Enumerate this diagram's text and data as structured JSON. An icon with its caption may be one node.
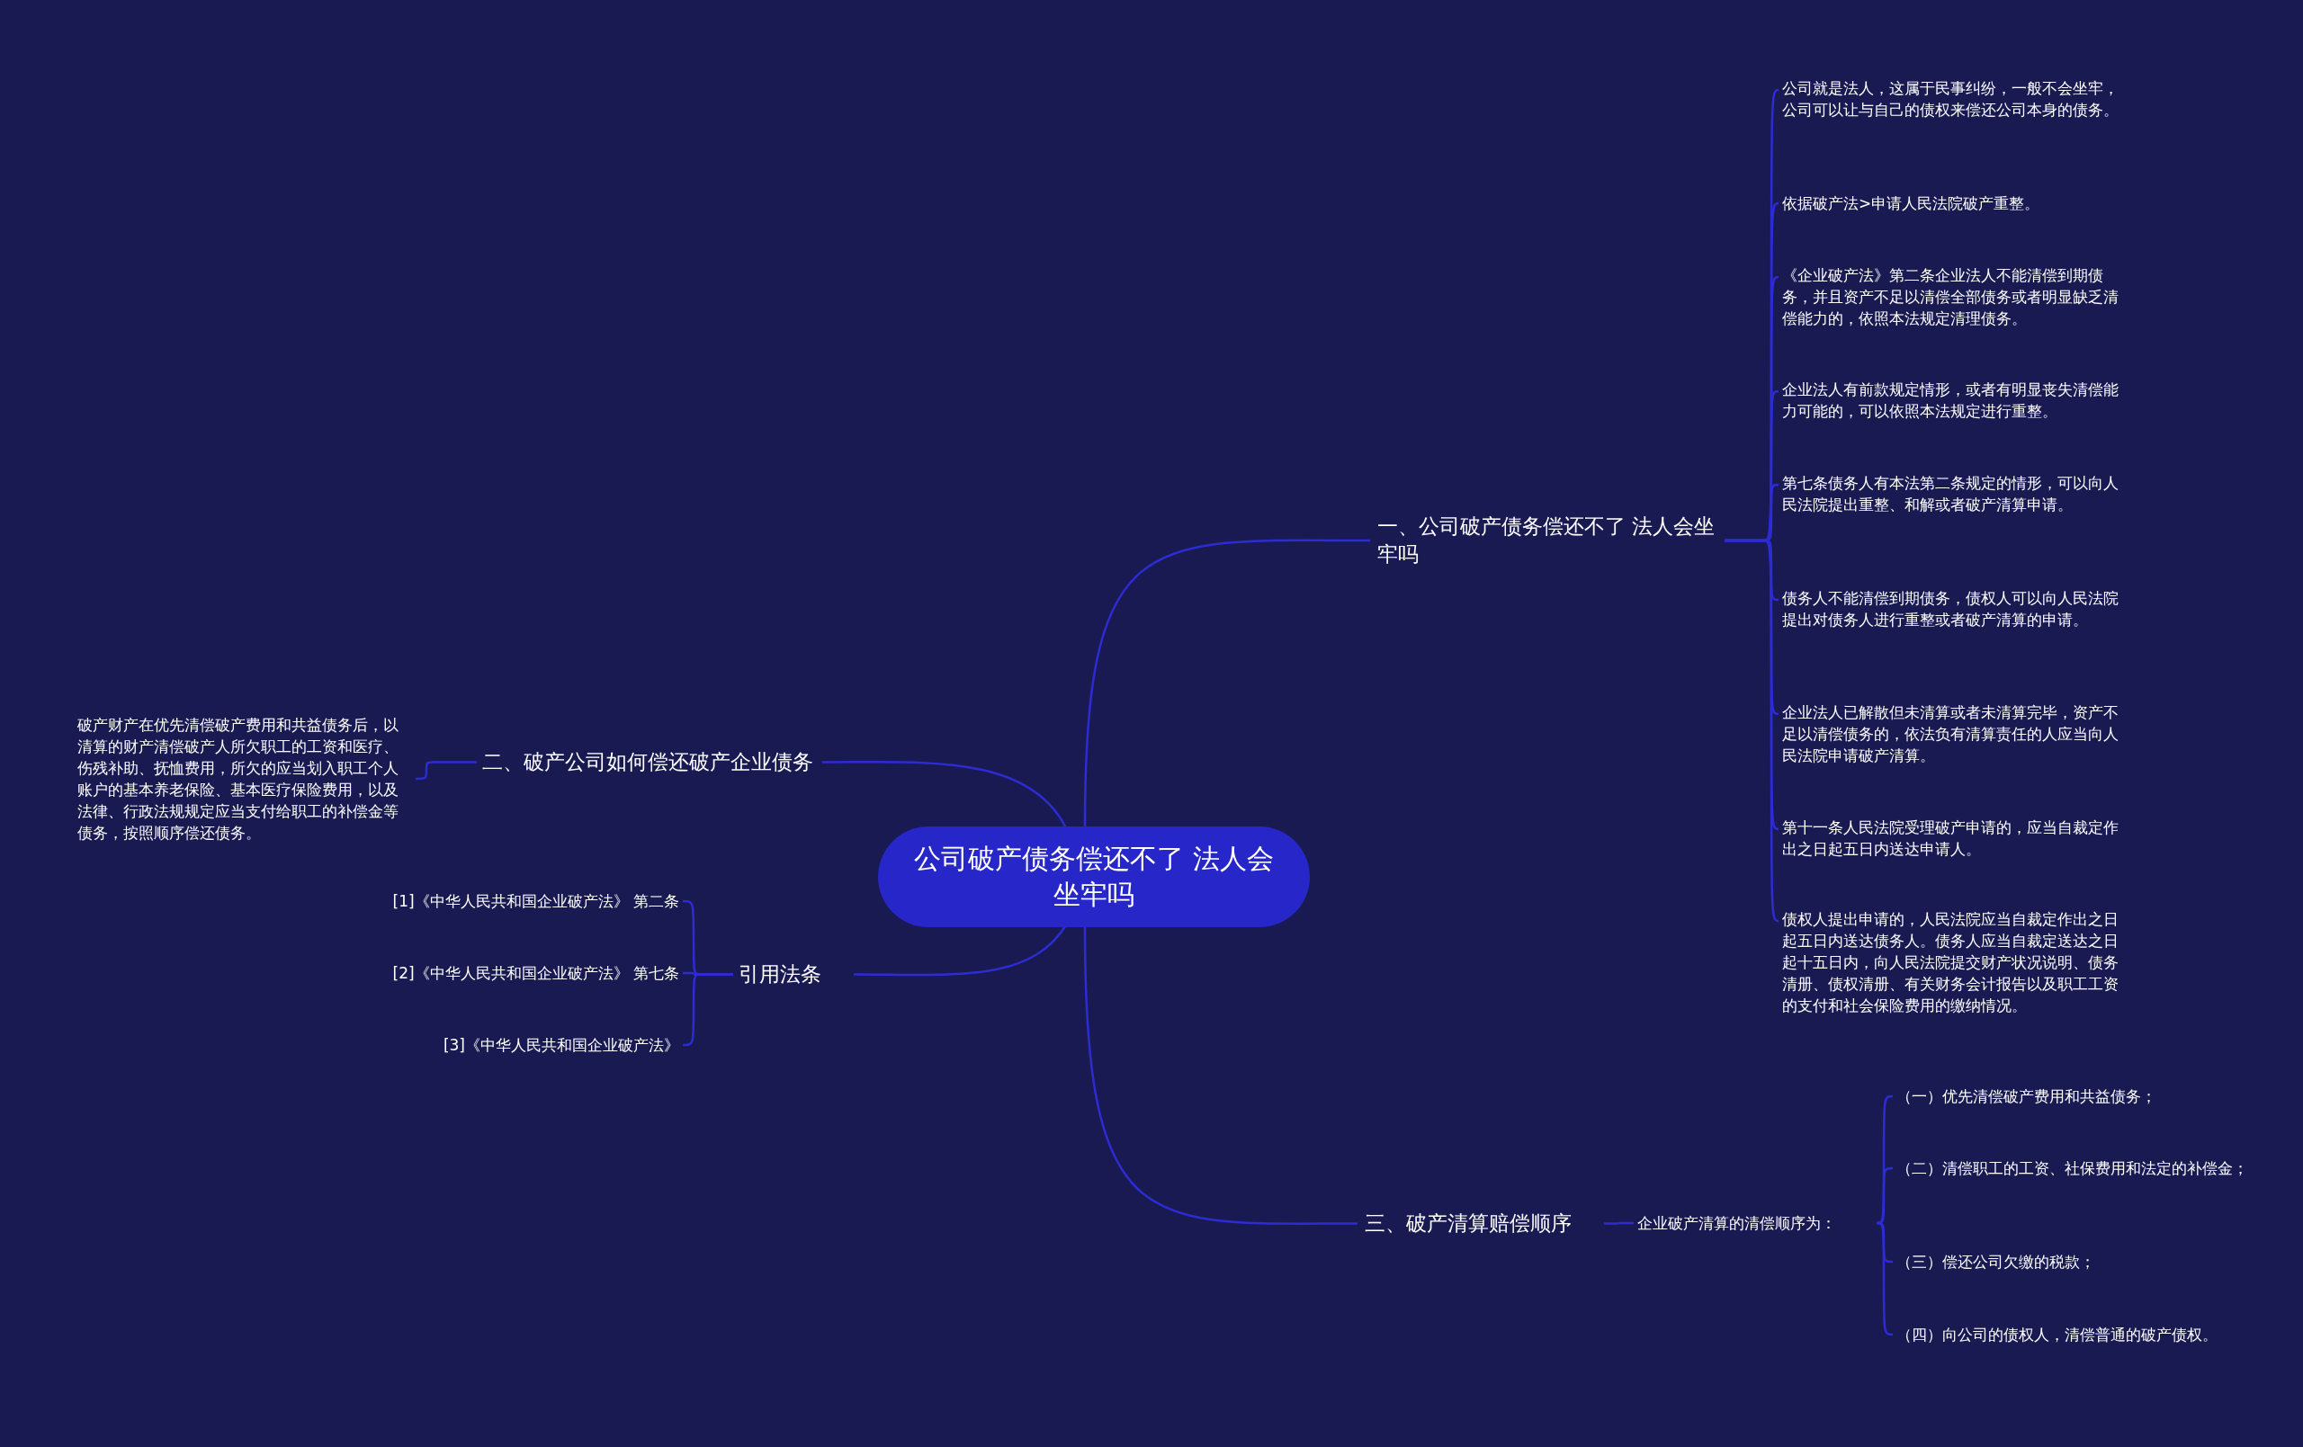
{
  "diagram": {
    "nodes": [
      {
        "text": [
          "公司破产债务偿还不了 法人会坐牢吗"
        ]
      },
      {
        "text": [
          "一、公司破产债务偿还不了 法人会坐牢吗"
        ]
      },
      {
        "text": [
          "公司就是法人，这属于民事纠纷，一般不会坐牢，公司可以让与自己的债权来偿还公司本身的债务。"
        ]
      },
      {
        "text": [
          "依据破产法>申请人民法院破产重整。"
        ]
      },
      {
        "text": [
          "《企业破产法》第二条企业法人不能清偿到期债务，并且资产不足以清偿全部债务或者明显缺乏清偿能力的，依照本法规定清理债务。"
        ]
      },
      {
        "text": [
          "企业法人有前款规定情形，或者有明显丧失清偿能力可能的，可以依照本法规定进行重整。"
        ]
      },
      {
        "text": [
          "第七条债务人有本法第二条规定的情形，可以向人民法院提出重整、和解或者破产清算申请。"
        ]
      },
      {
        "text": [
          "债务人不能清偿到期债务，债权人可以向人民法院提出对债务人进行重整或者破产清算的申请。"
        ]
      },
      {
        "text": [
          "企业法人已解散但未清算或者未清算完毕，资产不足以清偿债务的，依法负有清算责任的人应当向人民法院申请破产清算。"
        ]
      },
      {
        "text": [
          "第十一条人民法院受理破产申请的，应当自裁定作出之日起五日内送达申请人。"
        ]
      },
      {
        "text": [
          "债权人提出申请的，人民法院应当自裁定作出之日起五日内送达债务人。债务人应当自裁定送达之日起十五日内，向人民法院提交财产状况说明、债务清册、债权清册、有关财务会计报告以及职工工资的支付和社会保险费用的缴纳情况。"
        ]
      },
      {
        "text": [
          "二、破产公司如何偿还破产企业债务"
        ]
      },
      {
        "text": [
          "破产财产在优先清偿破产费用和共益债务后，以清算的财产清偿破产人所欠职工的工资和医疗、伤残补助、抚恤费用，所欠的应当划入职工个人账户的基本养老保险、基本医疗保险费用，以及法律、行政法规规定应当支付给职工的补偿金等债务，按照顺序偿还债务。"
        ]
      },
      {
        "text": [
          "引用法条"
        ]
      },
      {
        "text": [
          "[1]《中华人民共和国企业破产法》 第二条"
        ]
      },
      {
        "text": [
          "[2]《中华人民共和国企业破产法》 第七条"
        ]
      },
      {
        "text": [
          "[3]《中华人民共和国企业破产法》"
        ]
      },
      {
        "text": [
          "三、破产清算赔偿顺序"
        ]
      },
      {
        "text": [
          "企业破产清算的清偿顺序为："
        ]
      },
      {
        "text": [
          "（一）优先清偿破产费用和共益债务；"
        ]
      },
      {
        "text": [
          "（二）清偿职工的工资、社保费用和法定的补偿金；"
        ]
      },
      {
        "text": [
          "（三）偿还公司欠缴的税款；"
        ]
      },
      {
        "text": [
          "（四）向公司的债权人，清偿普通的破产债权。"
        ]
      }
    ],
    "edges": [
      {
        "from": 0,
        "to": 1,
        "arrow": "none"
      },
      {
        "from": 1,
        "to": 2,
        "arrow": "none"
      },
      {
        "from": 1,
        "to": 3,
        "arrow": "none"
      },
      {
        "from": 1,
        "to": 4,
        "arrow": "none"
      },
      {
        "from": 1,
        "to": 5,
        "arrow": "none"
      },
      {
        "from": 1,
        "to": 6,
        "arrow": "none"
      },
      {
        "from": 1,
        "to": 7,
        "arrow": "none"
      },
      {
        "from": 1,
        "to": 8,
        "arrow": "none"
      },
      {
        "from": 1,
        "to": 9,
        "arrow": "none"
      },
      {
        "from": 1,
        "to": 10,
        "arrow": "none"
      },
      {
        "from": 0,
        "to": 11,
        "arrow": "none"
      },
      {
        "from": 11,
        "to": 12,
        "arrow": "none"
      },
      {
        "from": 0,
        "to": 13,
        "arrow": "none"
      },
      {
        "from": 13,
        "to": 14,
        "arrow": "none"
      },
      {
        "from": 13,
        "to": 15,
        "arrow": "none"
      },
      {
        "from": 13,
        "to": 16,
        "arrow": "none"
      },
      {
        "from": 0,
        "to": 17,
        "arrow": "none"
      },
      {
        "from": 17,
        "to": 18,
        "arrow": "none"
      },
      {
        "from": 18,
        "to": 19,
        "arrow": "none"
      },
      {
        "from": 18,
        "to": 20,
        "arrow": "none"
      },
      {
        "from": 18,
        "to": 21,
        "arrow": "none"
      },
      {
        "from": 18,
        "to": 22,
        "arrow": "none"
      }
    ]
  }
}
